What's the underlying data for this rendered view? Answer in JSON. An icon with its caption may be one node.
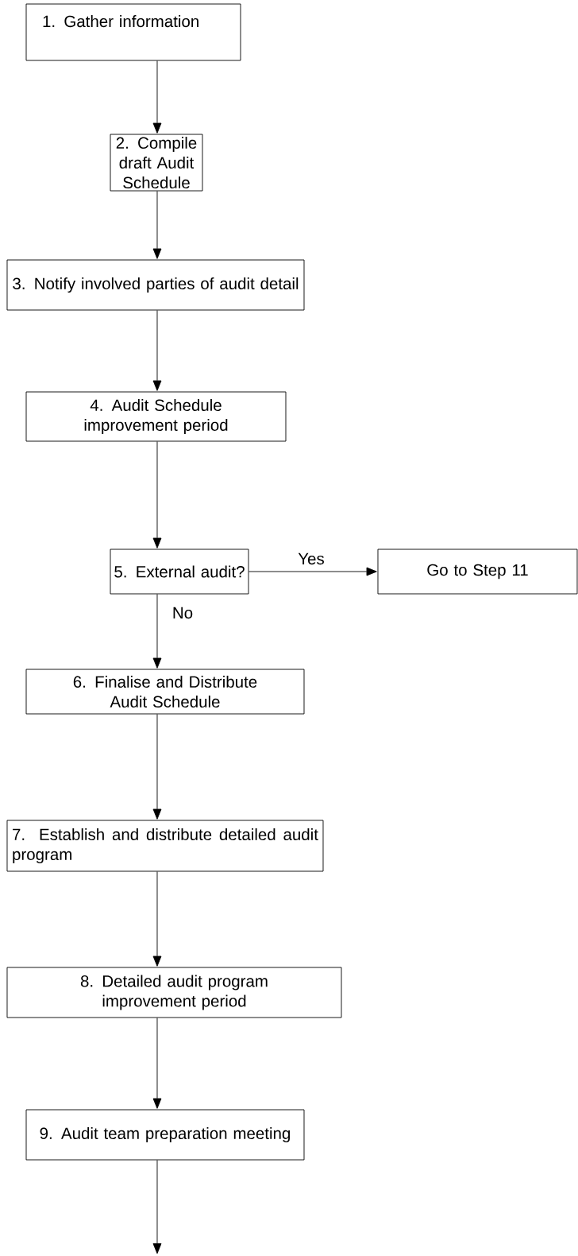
{
  "diagram": {
    "nodes": [
      {
        "text": [
          "1. Gather information"
        ]
      },
      {
        "text": [
          "2. Compile draft Audit Schedule"
        ]
      },
      {
        "text": [
          "3. Notify involved parties of audit detail"
        ]
      },
      {
        "text": [
          "4. Audit Schedule improvement period"
        ]
      },
      {
        "text": [
          "5. External audit?"
        ]
      },
      {
        "text": [
          "Go to Step 11"
        ]
      },
      {
        "text": [
          "6. Finalise and Distribute Audit Schedule"
        ]
      },
      {
        "text": [
          "7. Establish and distribute detailed audit program"
        ]
      },
      {
        "text": [
          "8. Detailed audit program improvement period"
        ]
      },
      {
        "text": [
          "9. Audit team preparation meeting"
        ]
      }
    ],
    "edges": [
      {
        "from": 0,
        "to": 1,
        "arrow": "to"
      },
      {
        "from": 1,
        "to": 2,
        "arrow": "to"
      },
      {
        "from": 2,
        "to": 3,
        "arrow": "to"
      },
      {
        "from": 3,
        "to": 4,
        "arrow": "to"
      },
      {
        "from": 4,
        "to": 5,
        "arrow": "to",
        "label": "Yes"
      },
      {
        "from": 4,
        "to": 6,
        "arrow": "to",
        "label": "No"
      },
      {
        "from": 6,
        "to": 7,
        "arrow": "to"
      },
      {
        "from": 7,
        "to": 8,
        "arrow": "to"
      },
      {
        "from": 8,
        "to": 9,
        "arrow": "to"
      },
      {
        "from": 9,
        "to": null,
        "arrow": "to"
      }
    ]
  }
}
